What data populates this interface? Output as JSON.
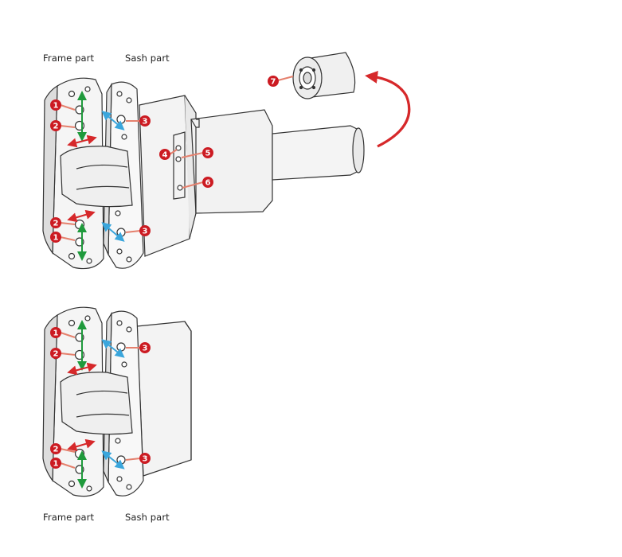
{
  "captions": {
    "top_frame": "Frame part",
    "top_sash": "Sash part",
    "bottom_frame": "Frame part",
    "bottom_sash": "Sash part"
  },
  "markers": {
    "m1": "1",
    "m2": "2",
    "m3": "3",
    "m4": "4",
    "m5": "5",
    "m6": "6",
    "m7": "7"
  },
  "colors": {
    "marker": "#cc1b22",
    "marker_leader": "#e5806d",
    "arrow_red": "#d6282a",
    "arrow_green": "#1f9a3c",
    "arrow_blue": "#3aa6dc",
    "line": "#333333"
  }
}
